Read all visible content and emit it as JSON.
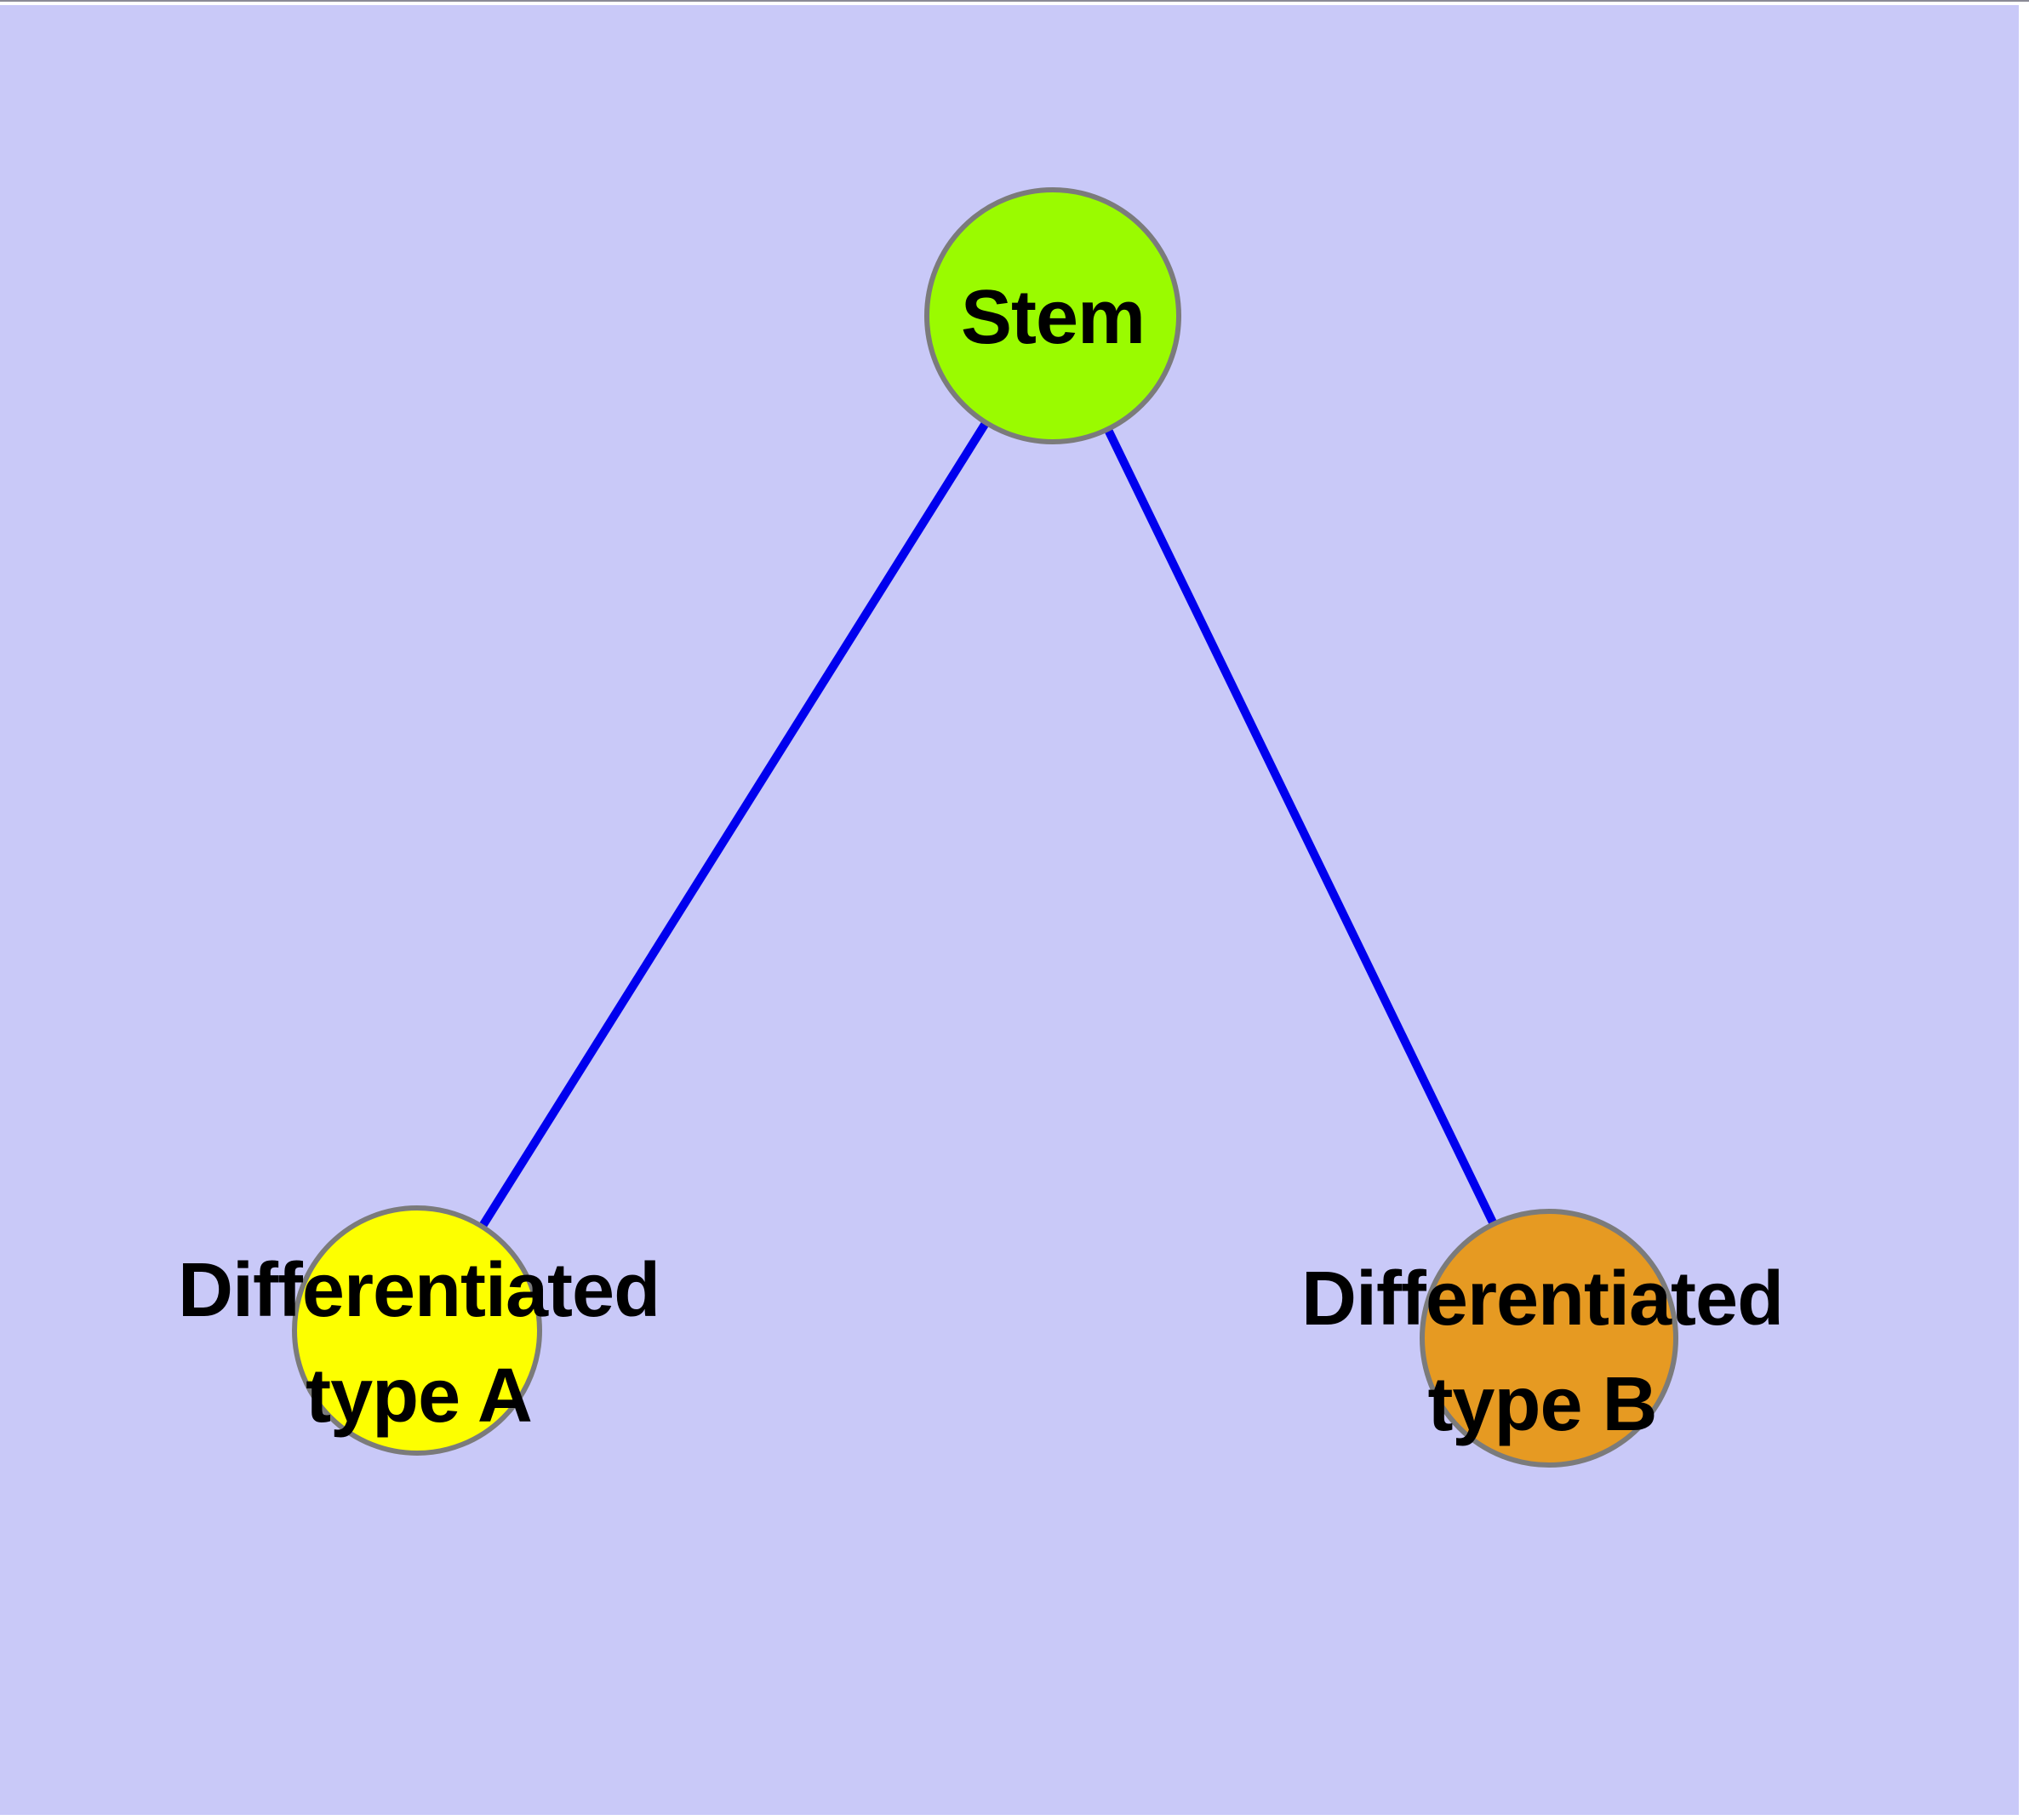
{
  "canvas": {
    "background_color": "#c9c9f8",
    "page_edge_color": "#ffffff",
    "top_edge_line_color": "#8a8a96"
  },
  "graph": {
    "description": "Cell differentiation diagram: stem node connected to two differentiated cell-type nodes",
    "edge_color": "#0000ee",
    "node_border_color": "#7b7b7b",
    "label_color": "#000000",
    "nodes": [
      {
        "id": "stem",
        "label": "Stem",
        "lines": [
          "Stem"
        ],
        "fill": "#9afb00"
      },
      {
        "id": "differentiated-type-a",
        "label": "Differentiated type A",
        "lines": [
          "Differentiated",
          "type A"
        ],
        "fill": "#fdff00"
      },
      {
        "id": "differentiated-type-b",
        "label": "Differentiated type B",
        "lines": [
          "Differentiated",
          "type B"
        ],
        "fill": "#e69a22"
      }
    ],
    "edges": [
      {
        "from": "Stem",
        "to": "Differentiated type A"
      },
      {
        "from": "Stem",
        "to": "Differentiated type B"
      }
    ]
  }
}
